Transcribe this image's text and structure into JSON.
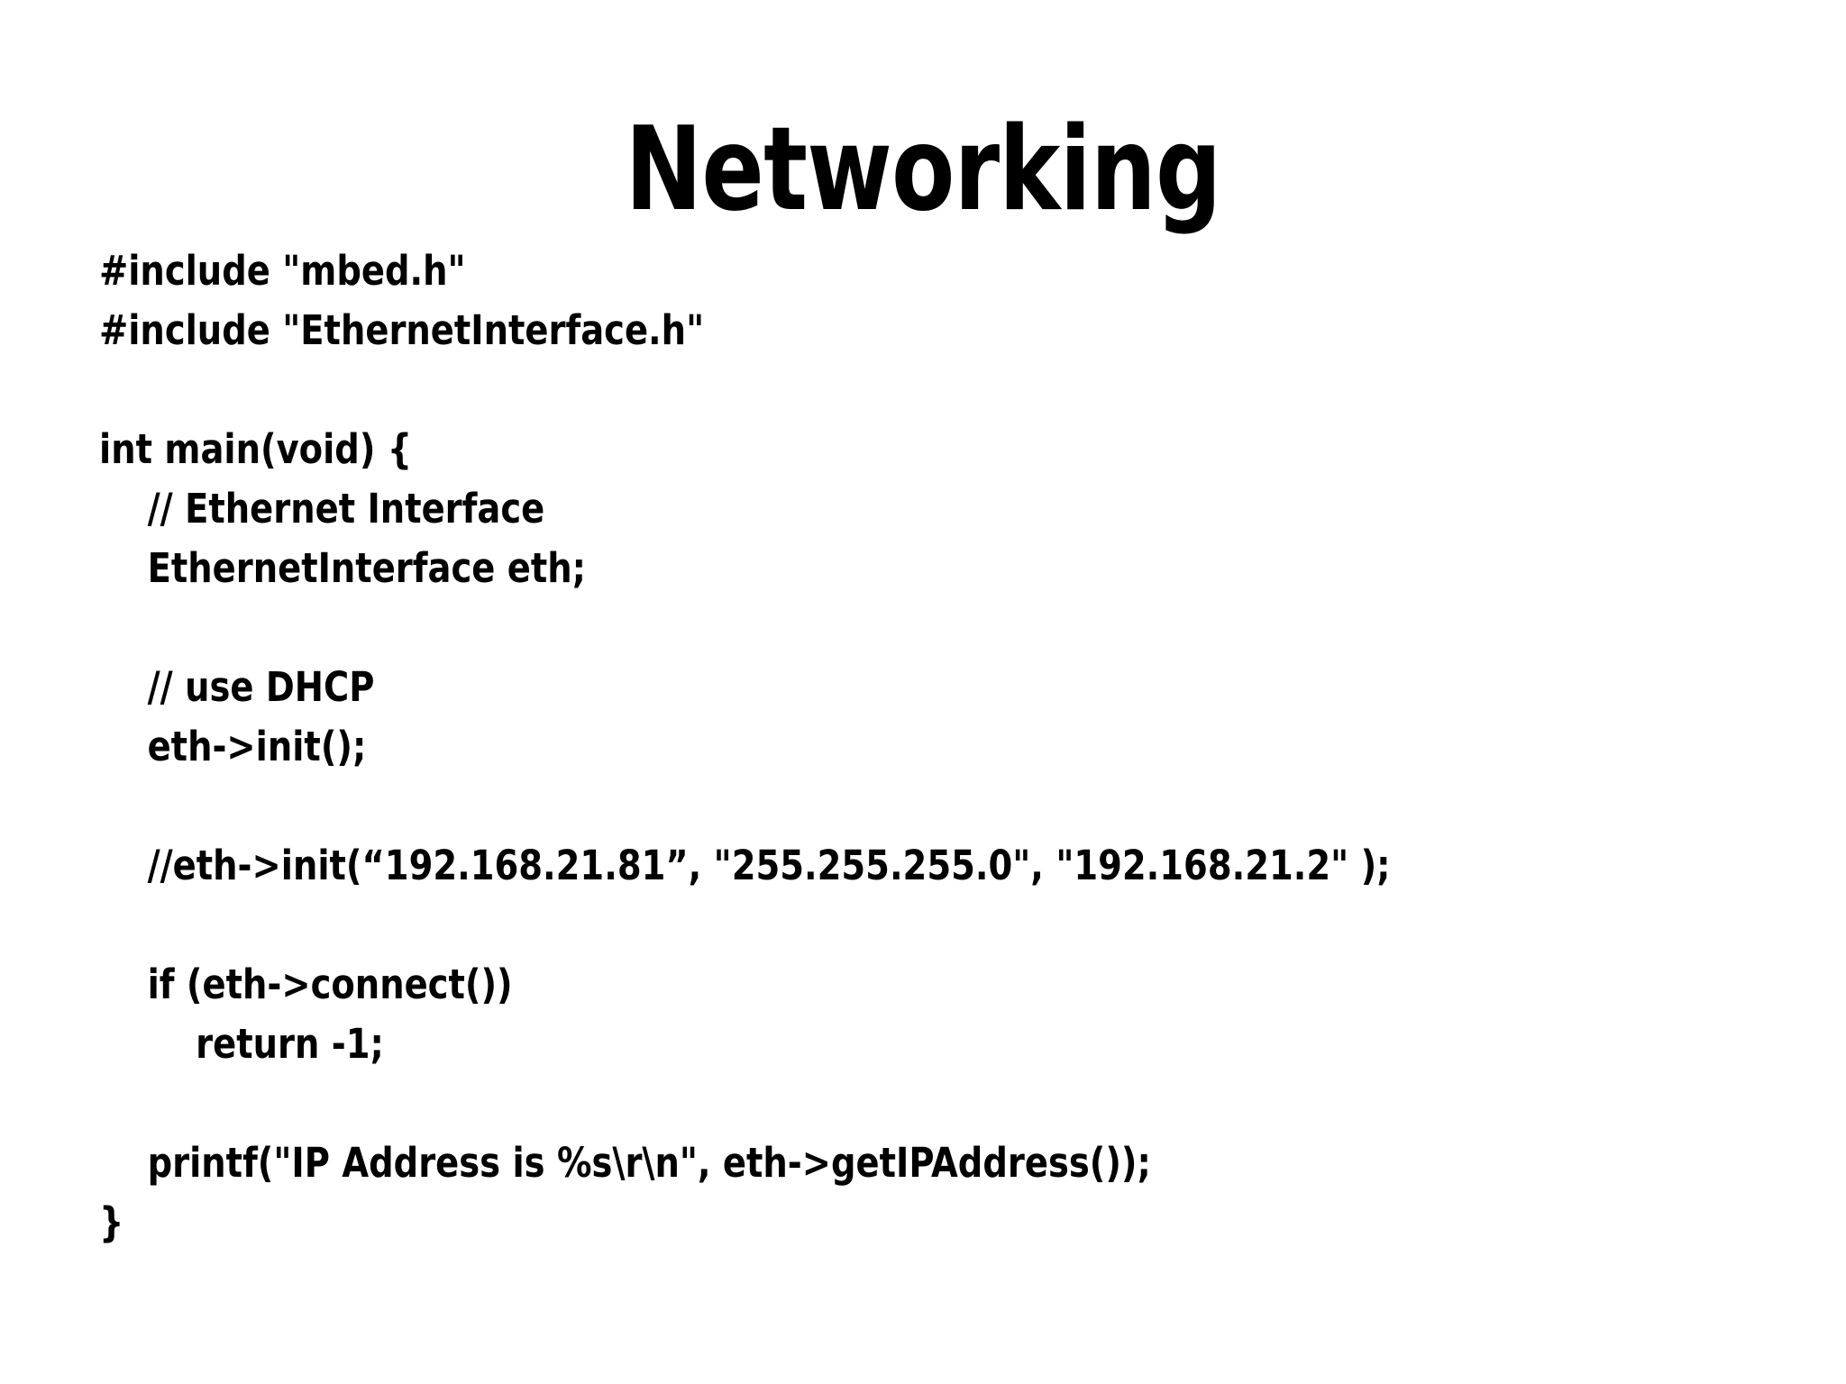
{
  "slide": {
    "title": "Networking",
    "background_color": "#ffffff",
    "text_color": "#000000",
    "code": {
      "language": "c",
      "lines": [
        "#include \"mbed.h\"",
        "#include \"EthernetInterface.h\"",
        "",
        "int main(void) {",
        "    // Ethernet Interface",
        "    EthernetInterface eth;",
        "",
        "    // use DHCP",
        "    eth->init();",
        "",
        "    //eth->init(“192.168.21.81”, \"255.255.255.0\", \"192.168.21.2\" );",
        "",
        "    if (eth->connect())",
        "        return -1;",
        "",
        "    printf(\"IP Address is %s\\r\\n\", eth->getIPAddress());",
        "}"
      ]
    }
  }
}
